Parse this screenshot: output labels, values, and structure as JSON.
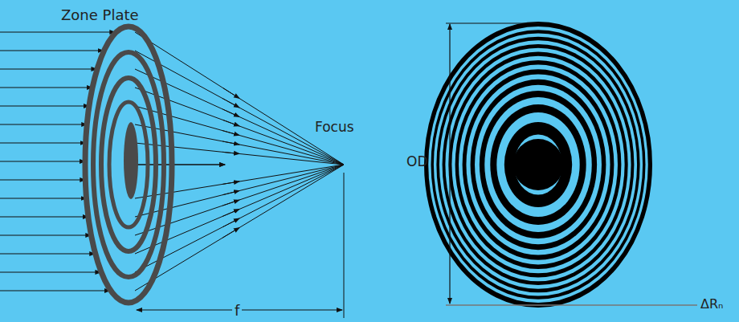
{
  "diagram": {
    "labels": [
      "Zone Plate",
      "Focus",
      "f",
      "OD",
      "ΔRₙ"
    ]
  }
}
